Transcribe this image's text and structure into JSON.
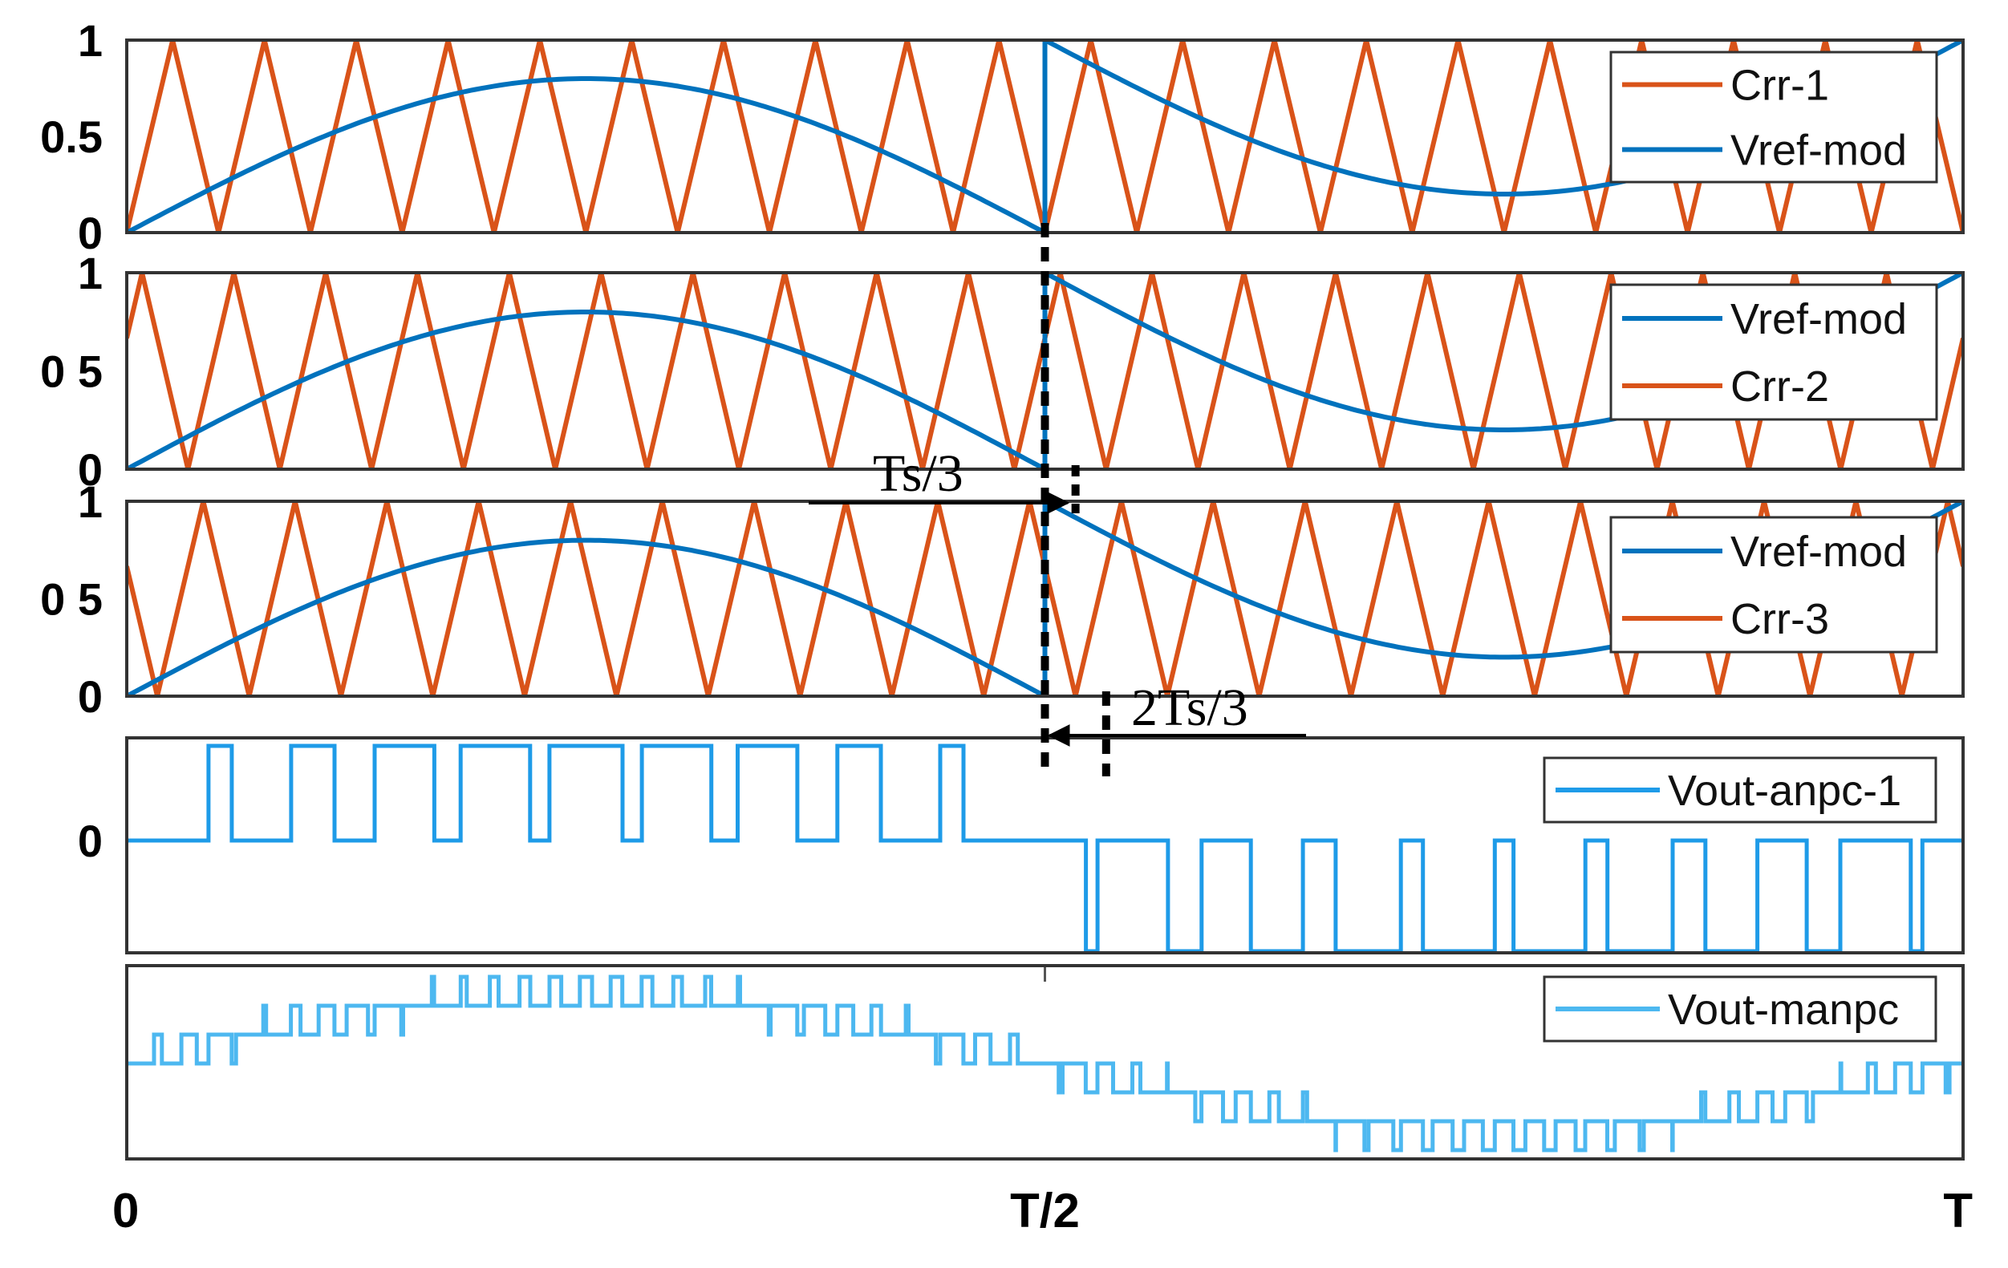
{
  "colors": {
    "carrier": "#D95319",
    "vref": "#0072BD",
    "vout_anpc": "#1E9BE8",
    "vout_manpc": "#4DB8F0"
  },
  "chart_data": {
    "type": "line",
    "x_ticks": [
      "0",
      "T/2",
      "T"
    ],
    "carrier_periods": 20,
    "modulation_peak": 0.8,
    "panels": [
      {
        "id": "p1",
        "y_ticks": [
          "1",
          "0.5",
          "0"
        ],
        "ylim": [
          0,
          1
        ],
        "carrier_phase": 0.0,
        "legend": [
          "Crr-1",
          "Vref-mod"
        ],
        "legend_order": [
          "carrier",
          "vref"
        ]
      },
      {
        "id": "p2",
        "y_ticks": [
          "1",
          "0 5",
          "0"
        ],
        "ylim": [
          0,
          1
        ],
        "carrier_phase": 0.3333,
        "legend": [
          "Vref-mod",
          "Crr-2"
        ],
        "legend_order": [
          "vref",
          "carrier"
        ]
      },
      {
        "id": "p3",
        "y_ticks": [
          "1",
          "0 5",
          "0"
        ],
        "ylim": [
          0,
          1
        ],
        "carrier_phase": 0.6667,
        "legend": [
          "Vref-mod",
          "Crr-3"
        ],
        "legend_order": [
          "vref",
          "carrier"
        ]
      },
      {
        "id": "p4",
        "y_ticks": [
          "0"
        ],
        "legend": [
          "Vout-anpc-1"
        ],
        "levels": [
          -1,
          0,
          1
        ]
      },
      {
        "id": "p5",
        "y_ticks": [],
        "legend": [
          "Vout-manpc"
        ],
        "levels": [
          -3,
          -2,
          -1,
          0,
          1,
          2,
          3
        ]
      }
    ],
    "annotations": [
      {
        "text": "Ts/3",
        "shift_periods": 0.3333
      },
      {
        "text": "2Ts/3",
        "shift_periods": 0.6667
      }
    ]
  }
}
